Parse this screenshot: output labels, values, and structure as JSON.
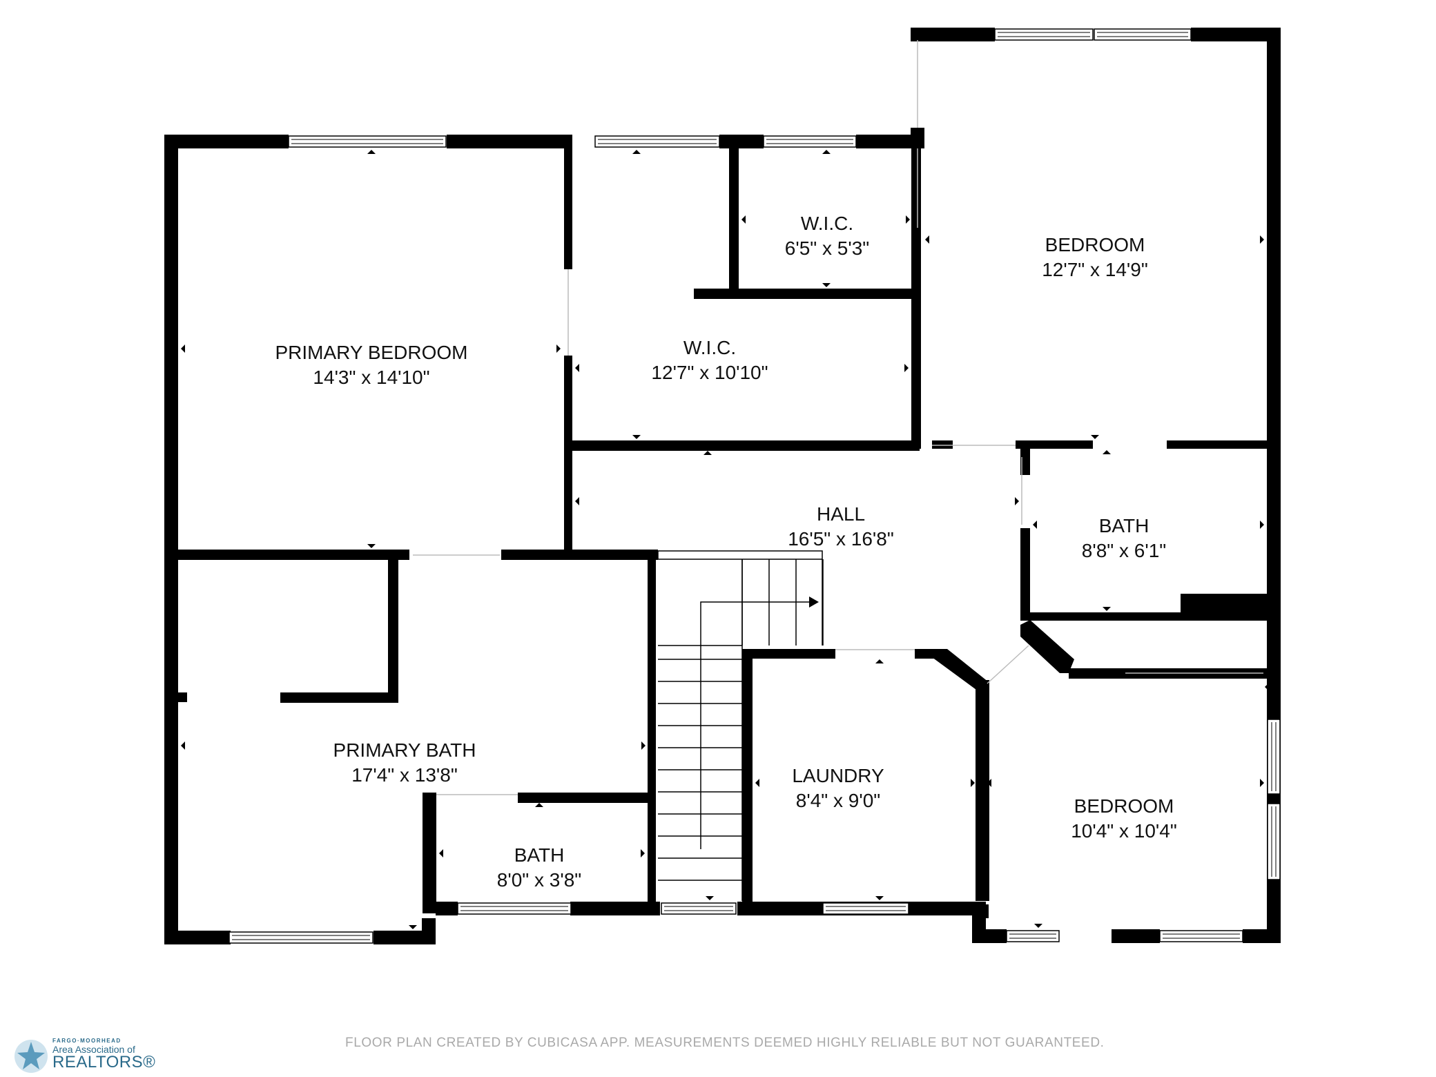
{
  "rooms": {
    "primary_bedroom": {
      "name": "PRIMARY BEDROOM",
      "dims": "14'3\" x 14'10\""
    },
    "wic_large": {
      "name": "W.I.C.",
      "dims": "12'7\" x 10'10\""
    },
    "wic_small": {
      "name": "W.I.C.",
      "dims": "6'5\" x 5'3\""
    },
    "bedroom_top": {
      "name": "BEDROOM",
      "dims": "12'7\" x 14'9\""
    },
    "hall": {
      "name": "HALL",
      "dims": "16'5\" x 16'8\""
    },
    "bath_right": {
      "name": "BATH",
      "dims": "8'8\" x 6'1\""
    },
    "primary_bath": {
      "name": "PRIMARY BATH",
      "dims": "17'4\" x 13'8\""
    },
    "bath_small": {
      "name": "BATH",
      "dims": "8'0\" x 3'8\""
    },
    "laundry": {
      "name": "LAUNDRY",
      "dims": "8'4\" x 9'0\""
    },
    "bedroom_bottom": {
      "name": "BEDROOM",
      "dims": "10'4\" x 10'4\""
    }
  },
  "footer": {
    "text": "FLOOR PLAN CREATED BY CUBICASA APP. MEASUREMENTS DEEMED HIGHLY RELIABLE BUT NOT GUARANTEED."
  },
  "logo": {
    "line1": "FARGO·MOORHEAD",
    "line2": "Area Association of",
    "line3": "REALTORS®"
  },
  "colors": {
    "wall": "#000000",
    "window": "#ffffff",
    "footer": "#a9a9a9",
    "logo": "#2a6a8a"
  }
}
